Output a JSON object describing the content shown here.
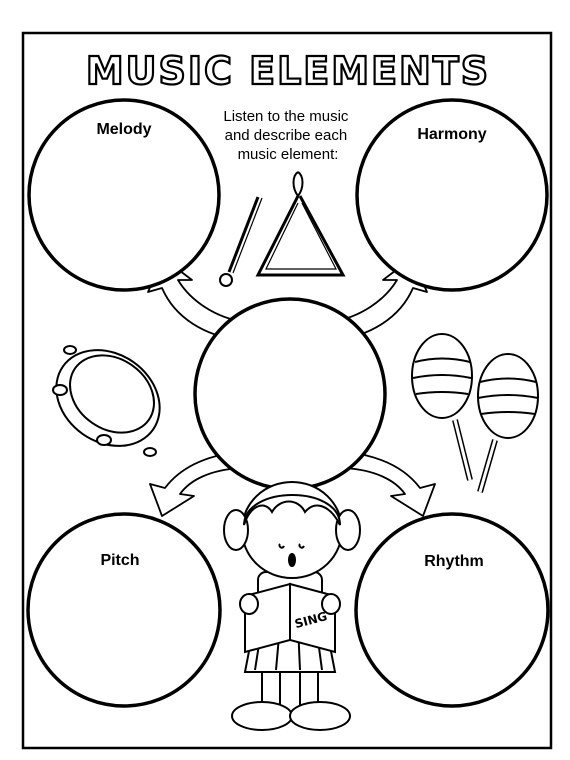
{
  "title": "MUSIC ELEMENTS",
  "instructions": [
    "Listen to the music",
    "and describe each",
    "music element:"
  ],
  "circles": {
    "melody": "Melody",
    "harmony": "Harmony",
    "pitch": "Pitch",
    "rhythm": "Rhythm"
  },
  "book_text": "SING",
  "illustrations": [
    "triangle-icon",
    "tambourine-icon",
    "maracas-icon",
    "singing-child-icon"
  ]
}
